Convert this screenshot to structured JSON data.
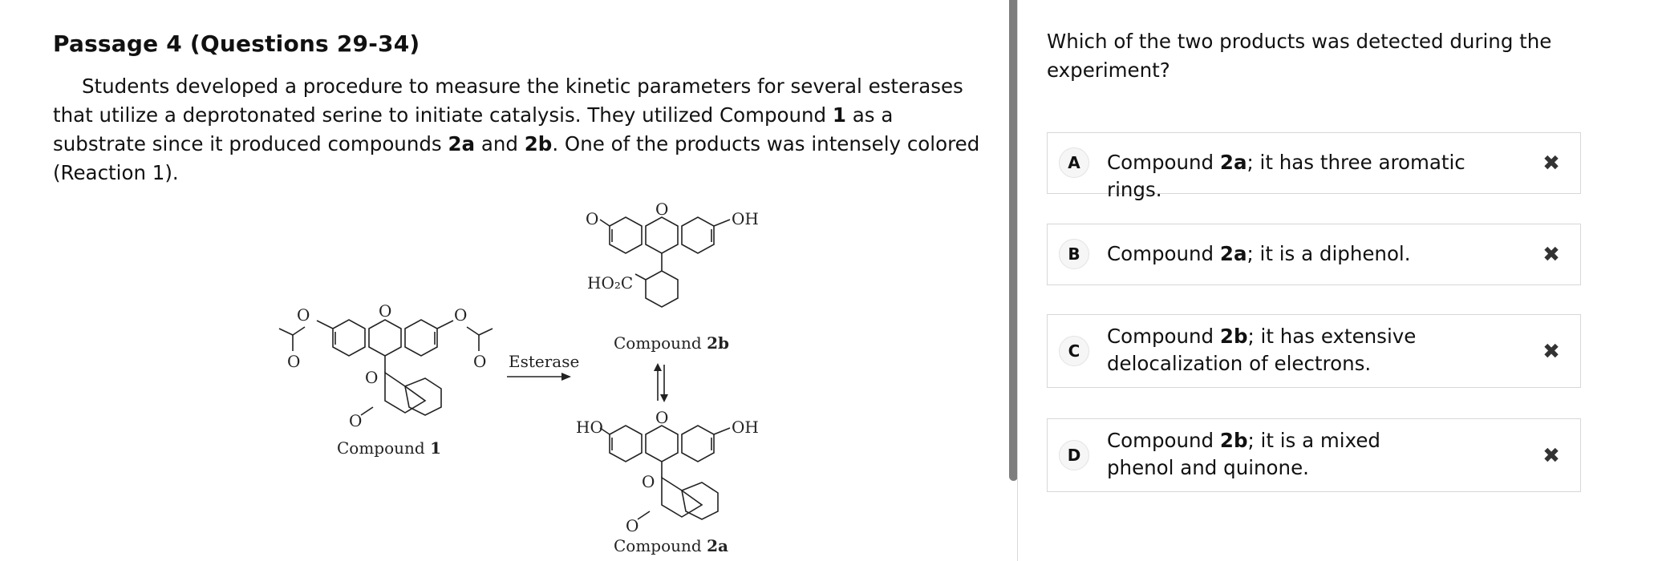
{
  "passage": {
    "title": "Passage 4 (Questions 29-34)",
    "segments": [
      "Students developed a procedure to measure the kinetic parameters for several esterases that utilize a deprotonated serine to initiate catalysis. They utilized Compound ",
      "1",
      " as a substrate since it produced compounds ",
      "2a",
      " and ",
      "2b",
      ". One of the products was intensely colored (Reaction 1)."
    ]
  },
  "reaction": {
    "arrow_label": "Esterase",
    "compound_1_label": "Compound ",
    "compound_1_num": "1",
    "compound_2b_label": "Compound ",
    "compound_2b_num": "2b",
    "compound_2a_label": "Compound ",
    "compound_2a_num": "2a",
    "atom_labels": {
      "o": "O",
      "oh": "OH",
      "ho": "HO",
      "ho2c": "HO₂C"
    }
  },
  "question": {
    "stem": "Which of the two products was detected during the experiment?",
    "options": [
      {
        "letter": "A",
        "prefix": "Compound ",
        "bold": "2a",
        "suffix": "; it has three aromatic rings.",
        "strike_icon": "✖"
      },
      {
        "letter": "B",
        "prefix": "Compound ",
        "bold": "2a",
        "suffix": "; it is a diphenol.",
        "strike_icon": "✖"
      },
      {
        "letter": "C",
        "prefix": "Compound ",
        "bold": "2b",
        "suffix": "; it has extensive delocalization of electrons.",
        "strike_icon": "✖"
      },
      {
        "letter": "D",
        "prefix": "Compound ",
        "bold": "2b",
        "suffix": "; it is a mixed phenol and quinone.",
        "strike_icon": "✖"
      }
    ]
  },
  "colors": {
    "divider": "#7d7d7d",
    "option_border": "#d7d7d7"
  }
}
